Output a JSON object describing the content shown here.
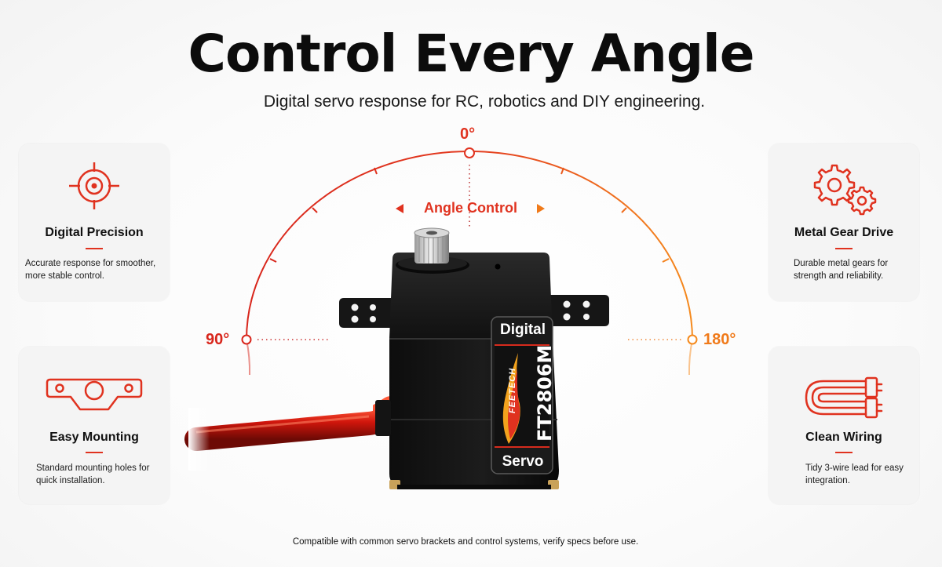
{
  "header": {
    "title": "Control Every Angle",
    "subtitle": "Digital servo response for RC, robotics and DIY engineering."
  },
  "angles": {
    "top": "0°",
    "left": "90°",
    "right": "180°",
    "control_label": "Angle Control"
  },
  "features": [
    {
      "title": "Digital Precision",
      "desc": "Accurate response for smoother, more stable control.",
      "icon": "crosshair-icon"
    },
    {
      "title": "Easy Mounting",
      "desc": "Standard mounting holes for quick installation.",
      "icon": "mounting-bracket-icon"
    },
    {
      "title": "Metal Gear Drive",
      "desc": "Durable metal gears for strength and reliability.",
      "icon": "gears-icon"
    },
    {
      "title": "Clean Wiring",
      "desc": "Tidy 3-wire lead for easy integration.",
      "icon": "wire-loop-icon"
    }
  ],
  "product": {
    "label_top": "Digital",
    "brand": "FEETECH",
    "model": "FT2806M",
    "label_bottom": "Servo"
  },
  "footer": "Compatible with common servo brackets and control systems, verify specs before use.",
  "colors": {
    "accent_red": "#e0321f",
    "accent_orange": "#f07a1a",
    "card_bg": "#f4f4f4"
  }
}
